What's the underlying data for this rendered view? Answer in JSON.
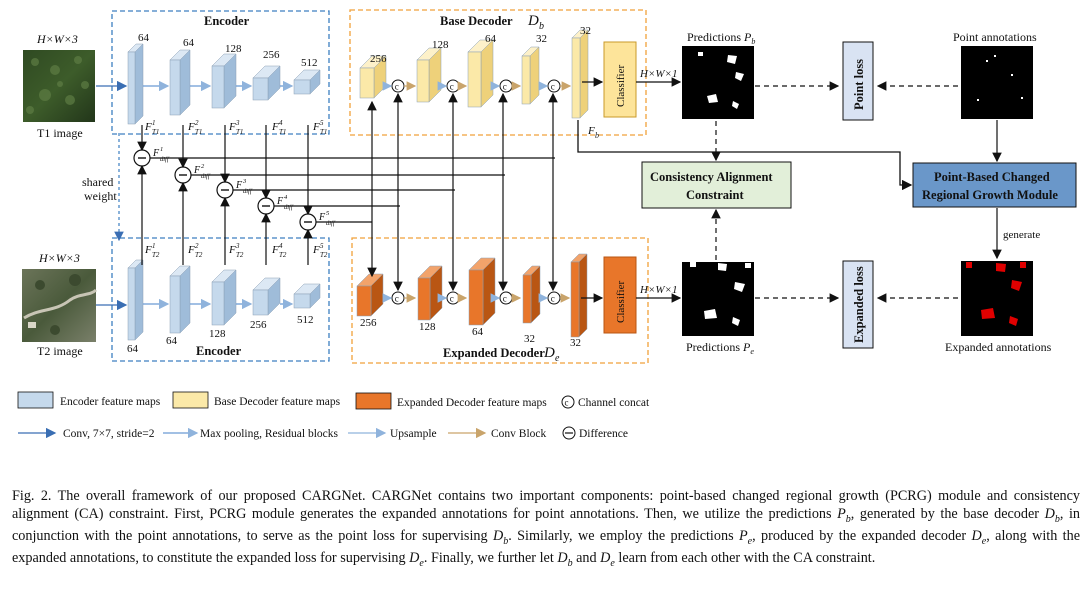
{
  "encoder": {
    "title_top": "Encoder",
    "title_bottom": "Encoder",
    "top_channels": [
      "64",
      "64",
      "128",
      "256",
      "512"
    ],
    "bottom_channels": [
      "64",
      "64",
      "128",
      "256",
      "512"
    ],
    "top_feature_labels": [
      "F",
      "F",
      "F",
      "F",
      "F"
    ],
    "top_feature_subs": [
      "T1",
      "T1",
      "T1",
      "T1",
      "T1"
    ],
    "top_feature_sups": [
      "1",
      "2",
      "3",
      "4",
      "5"
    ],
    "bottom_feature_subs": [
      "T2",
      "T2",
      "T2",
      "T2",
      "T2"
    ],
    "diff_labels": [
      "F",
      "F",
      "F",
      "F",
      "F"
    ],
    "diff_subs": [
      "diff",
      "diff",
      "diff",
      "diff",
      "diff"
    ],
    "diff_sups": [
      "1",
      "2",
      "3",
      "4",
      "5"
    ],
    "shared_weight": "shared\nweight"
  },
  "inputs": {
    "t1_dims": "H×W×3",
    "t1_label": "T1 image",
    "t2_dims": "H×W×3",
    "t2_label": "T2 image"
  },
  "base_decoder": {
    "title": "Base Decoder",
    "title_sym": "D",
    "title_sub": "b",
    "channels": [
      "256",
      "128",
      "64",
      "32",
      "32"
    ],
    "classifier": "Classifier",
    "output_dims": "H×W×1",
    "feature_label": "F",
    "feature_sub": "b",
    "predictions": "Predictions",
    "predictions_sym": "P",
    "predictions_sub": "b"
  },
  "expanded_decoder": {
    "title": "Expanded Decoder",
    "title_sym": "D",
    "title_sub": "e",
    "channels": [
      "256",
      "128",
      "64",
      "32",
      "32"
    ],
    "classifier": "Classifier",
    "output_dims": "H×W×1",
    "predictions": "Predictions",
    "predictions_sym": "P",
    "predictions_sub": "e"
  },
  "concat_symbol": "c",
  "difference_symbol": "−",
  "right": {
    "point_loss": "Point loss",
    "point_annotations": "Point annotations",
    "consistency": "Consistency Alignment Constraint",
    "consistency_line1": "Consistency Alignment",
    "consistency_line2": "Constraint",
    "pcrg_line1": "Point-Based Changed",
    "pcrg_line2": "Regional Growth Module",
    "generate": "generate",
    "expanded_loss": "Expanded loss",
    "expanded_annotations": "Expanded annotations"
  },
  "legend": {
    "encoder_maps": "Encoder  feature maps",
    "base_maps": "Base Decoder  feature maps",
    "expanded_maps": "Expanded Decoder feature maps",
    "channel_concat": "Channel concat",
    "conv": "Conv, 7×7, stride=2",
    "maxpool": "Max pooling, Residual blocks",
    "upsample": "Upsample",
    "conv_block": "Conv Block",
    "difference": "Difference"
  },
  "colors": {
    "encoder_face": "#c5d9ec",
    "encoder_side": "#9fbcd9",
    "base_face": "#fbe9a8",
    "base_side": "#eed17a",
    "expanded_face": "#e8762a",
    "expanded_side": "#b95613",
    "classifier_base": "#fde49a",
    "classifier_exp": "#e8762a",
    "consistency_box": "#e2efd9",
    "pcrg_box": "#6a97c9",
    "loss_box": "#d9e3f3",
    "dashed_blue": "#3d7fc1",
    "dashed_orange": "#f0a13a",
    "arrow_blue": "#3a6eb3",
    "arrow_tan": "#c9a46b",
    "red_annotation": "#e00000"
  },
  "caption": {
    "fig": "Fig. 2.",
    "text": "The overall framework of our proposed CARGNet. CARGNet contains two important components: point-based changed regional growth (PCRG) module and consistency alignment (CA) constraint. First, PCRG module generates the expanded annotations for point annotations. Then, we utilize the predictions P_b, generated by the base decoder D_b, in conjunction with the point annotations, to serve as the point loss for supervising D_b. Similarly, we employ the predictions P_e, produced by the expanded decoder D_e, along with the expanded annotations, to constitute the expanded loss for supervising D_e. Finally, we further let D_b and D_e learn from each other with the CA constraint."
  }
}
